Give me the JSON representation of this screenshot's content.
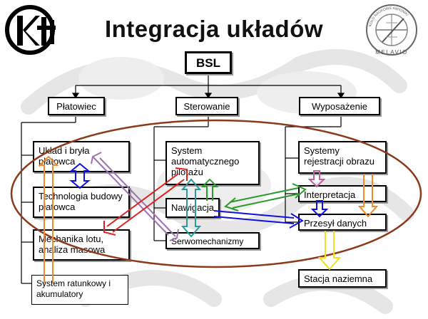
{
  "title": "Integracja układów",
  "root": {
    "label": "BSL"
  },
  "categories": {
    "platowiec": "Płatowiec",
    "sterowanie": "Sterowanie",
    "wyposazenie": "Wyposażenie"
  },
  "platowiec_items": {
    "uklad": "Układ i bryła płatowca",
    "technologia": "Technologia budowy płatowca",
    "mechanika": "Mechanika lotu, analiza masowa",
    "system_ratunkowy": "System ratunkowy i akumulatory"
  },
  "sterowanie_items": {
    "autopilot": "System automatycznego pilotażu",
    "nawigacja": "Nawigacja",
    "serwo": "Serwomechanizmy"
  },
  "wyposazenie_items": {
    "rejestracja": "Systemy rejestracji obrazu",
    "interpretacja": "Interpretacja",
    "przesyl": "Przesył danych",
    "stacja": "Stacja naziemna"
  },
  "logo_right": {
    "top_text": "KOŁO NAUKOWE AWIONIKI",
    "bottom_text": "MELAVIO"
  },
  "colors": {
    "ellipse": "#8B3A1A",
    "blue": "#1010E0",
    "purple": "#A070B0",
    "red": "#E02020",
    "orange": "#F08A2A",
    "teal": "#2A9A9A",
    "green": "#2A9A2A",
    "pink": "#C060A0",
    "yellow": "#F0E020"
  }
}
